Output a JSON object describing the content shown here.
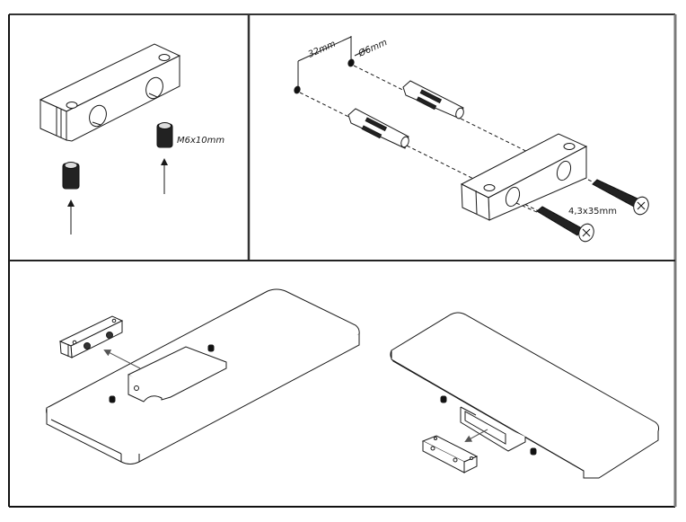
{
  "document": {
    "type": "assembly-instructions",
    "panels": [
      {
        "id": "step-1",
        "description": "Insert set screws into mounting block",
        "labels": {
          "set_screw": "M6x10mm"
        }
      },
      {
        "id": "step-2",
        "description": "Drill holes and fix mounting block to wall with dowels and screws",
        "labels": {
          "hole_spacing": "32mm",
          "hole_diameter": "Ø6mm",
          "wood_screw": "4,3x35mm"
        }
      },
      {
        "id": "step-3",
        "description": "Remove mounting block from shelf bracket"
      },
      {
        "id": "step-4",
        "description": "Slide shelf onto mounted block"
      }
    ]
  },
  "colors": {
    "line": "#1a1a1a",
    "frame": "#111111",
    "frame_right": "#7a7a7a",
    "fill": "#ffffff"
  }
}
